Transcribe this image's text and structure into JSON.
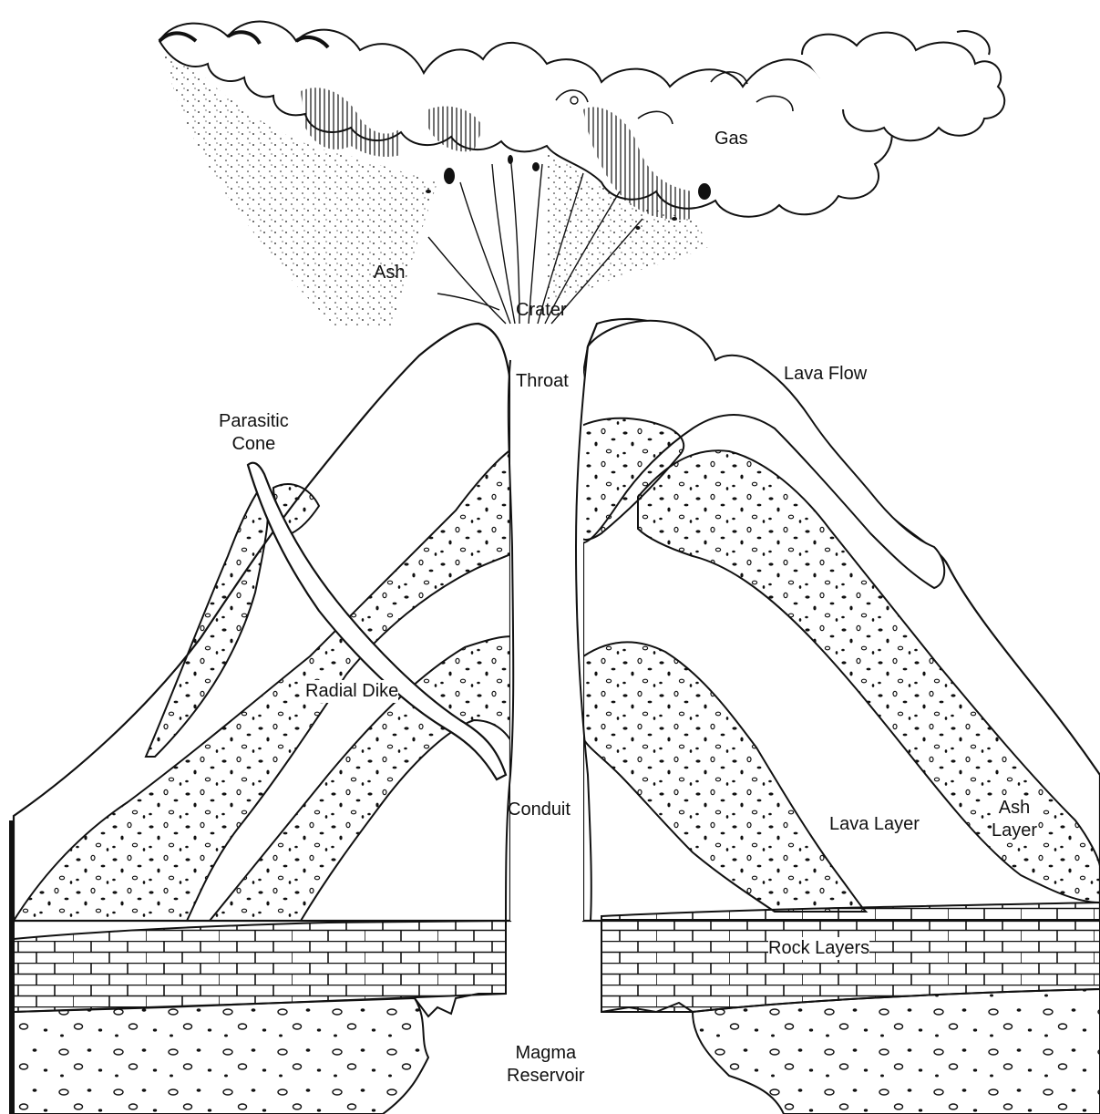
{
  "labels": {
    "gas": "Gas",
    "ash": "Ash",
    "crater": "Crater",
    "throat": "Throat",
    "lava_flow": "Lava Flow",
    "parasitic_cone": [
      "Parasitic",
      "Cone"
    ],
    "radial_dike": "Radial Dike",
    "conduit": "Conduit",
    "lava_layer": "Lava Layer",
    "ash_layer": [
      "Ash",
      "Layer"
    ],
    "rock_layers": "Rock Layers",
    "magma_reservoir": [
      "Magma",
      "Reservoir"
    ]
  },
  "colors": {
    "ink": "#111111",
    "paper": "#ffffff"
  }
}
